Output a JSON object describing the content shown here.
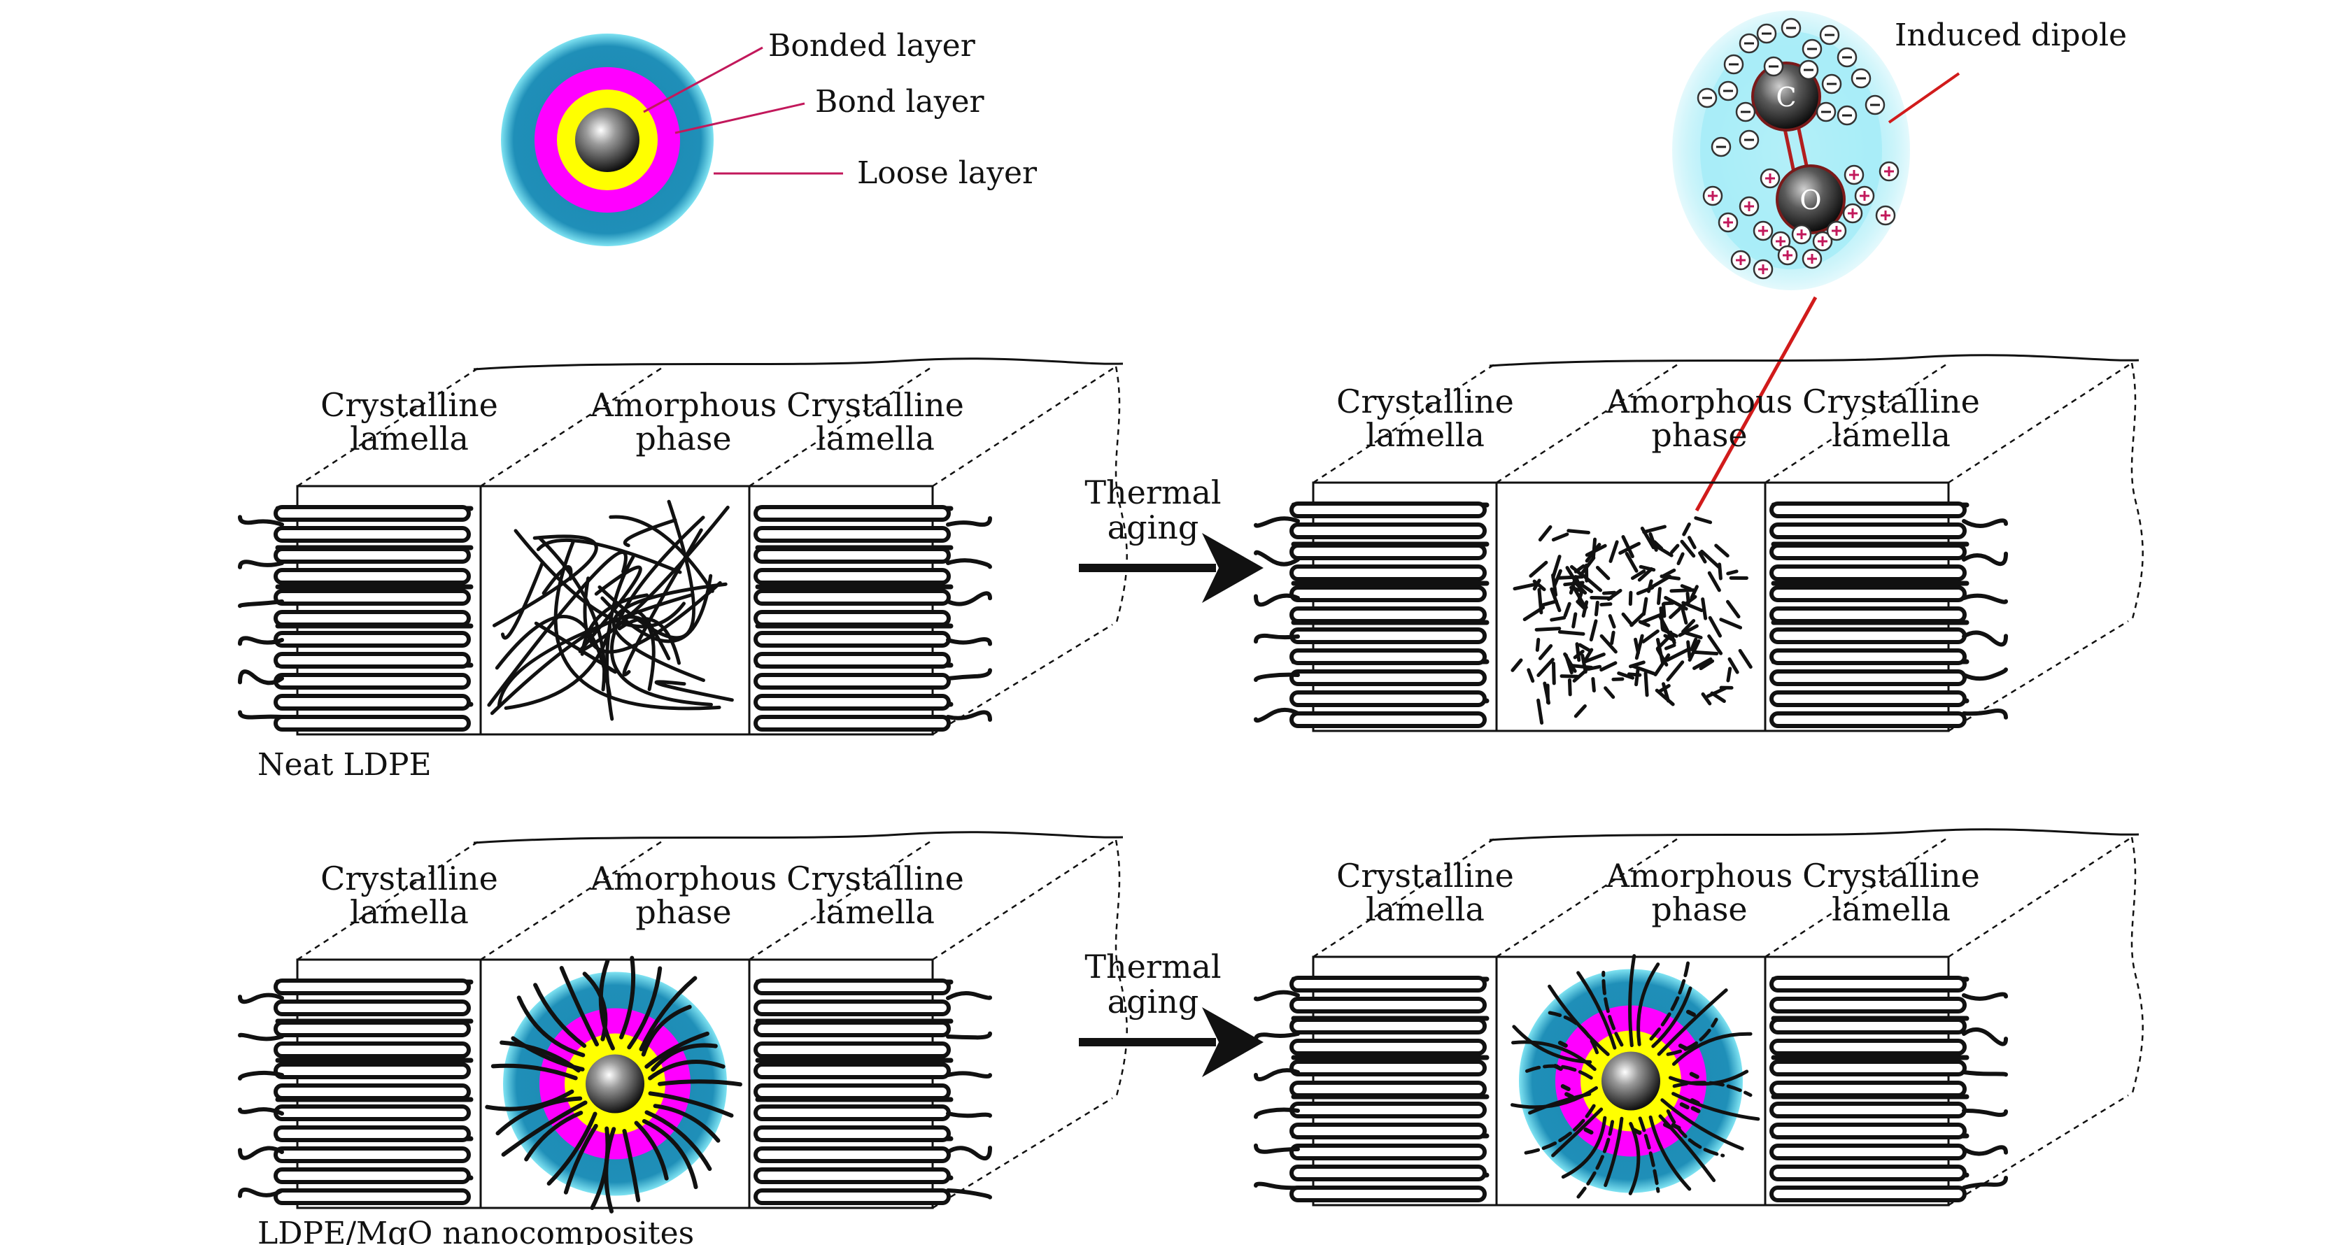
{
  "legend": {
    "bonded_layer": "Bonded layer",
    "bond_layer": "Bond layer",
    "loose_layer": "Loose layer"
  },
  "dipole": {
    "label": "Induced dipole",
    "atom_top": "C",
    "atom_bottom": "O",
    "negative_sign": "⊖",
    "positive_sign": "⊕"
  },
  "block": {
    "crystalline_line1": "Crystalline",
    "crystalline_line2": "lamella",
    "amorphous_line1": "Amorphous",
    "amorphous_line2": "phase"
  },
  "arrows": {
    "line1": "Thermal",
    "line2": "aging"
  },
  "captions": {
    "row1": "Neat LDPE",
    "row2": "LDPE/MgO nanocomposites"
  },
  "colors": {
    "loose_layer": "#1f8fb8",
    "loose_glow": "#7fe3f2",
    "bond_layer": "#ff00ff",
    "bonded_layer": "#ffff00",
    "core": "#333333",
    "leader_legend": "#c2185b",
    "leader_dipole": "#d11b1b",
    "dipole_cloud": "#8fe6f5",
    "line": "#111111"
  }
}
